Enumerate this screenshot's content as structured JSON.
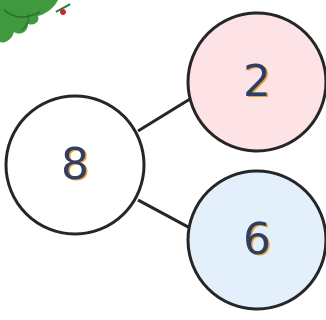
{
  "number_bond": {
    "whole": {
      "value": "8",
      "fill": "#ffffff"
    },
    "parts": [
      {
        "value": "2",
        "fill": "#fde3e5"
      },
      {
        "value": "6",
        "fill": "#e3f0fb"
      }
    ]
  },
  "styles": {
    "stroke": "#262626",
    "digit_color": "#2d3f63",
    "digit_shadow": "#f0a238",
    "leaf": "#3f9a3f",
    "berry": "#c9252a"
  },
  "decorations": {
    "holly_icon": "holly-leaf-icon"
  }
}
